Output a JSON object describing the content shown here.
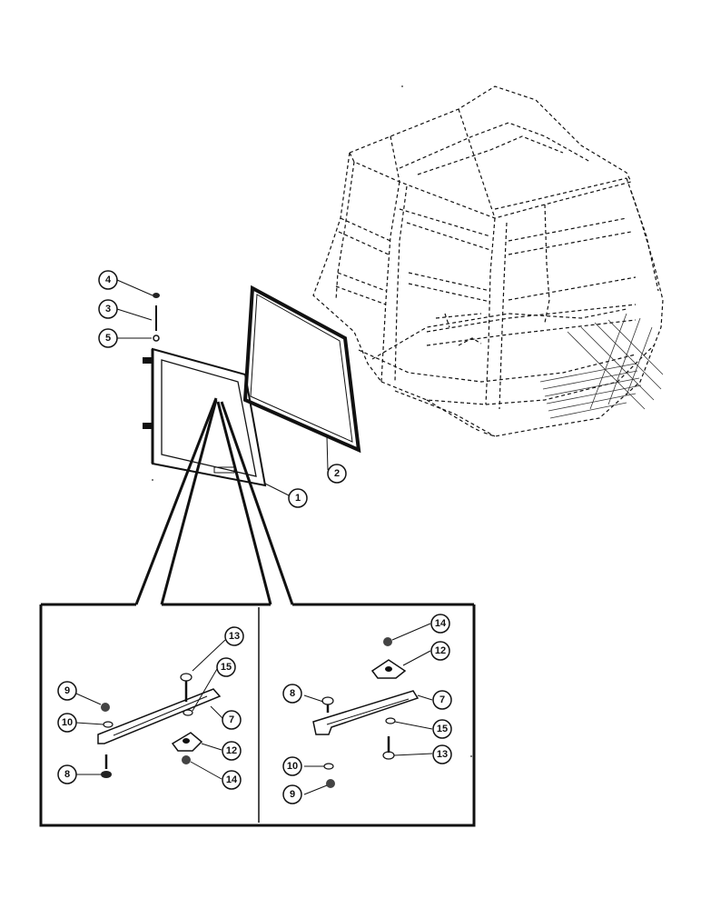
{
  "diagram": {
    "colors": {
      "ink": "#111111",
      "paper": "#ffffff",
      "hatch": "#333333"
    },
    "main_callouts": [
      {
        "id": "c4",
        "number": "4"
      },
      {
        "id": "c3",
        "number": "3"
      },
      {
        "id": "c5",
        "number": "5"
      },
      {
        "id": "c1",
        "number": "1"
      },
      {
        "id": "c2",
        "number": "2"
      }
    ],
    "detail_left": {
      "callouts": [
        {
          "id": "l13",
          "number": "13"
        },
        {
          "id": "l15",
          "number": "15"
        },
        {
          "id": "l9",
          "number": "9"
        },
        {
          "id": "l10",
          "number": "10"
        },
        {
          "id": "l7",
          "number": "7"
        },
        {
          "id": "l12",
          "number": "12"
        },
        {
          "id": "l8",
          "number": "8"
        },
        {
          "id": "l14",
          "number": "14"
        }
      ]
    },
    "detail_right": {
      "callouts": [
        {
          "id": "r14",
          "number": "14"
        },
        {
          "id": "r12",
          "number": "12"
        },
        {
          "id": "r8",
          "number": "8"
        },
        {
          "id": "r7",
          "number": "7"
        },
        {
          "id": "r15",
          "number": "15"
        },
        {
          "id": "r13",
          "number": "13"
        },
        {
          "id": "r10",
          "number": "10"
        },
        {
          "id": "r9",
          "number": "9"
        }
      ]
    }
  }
}
